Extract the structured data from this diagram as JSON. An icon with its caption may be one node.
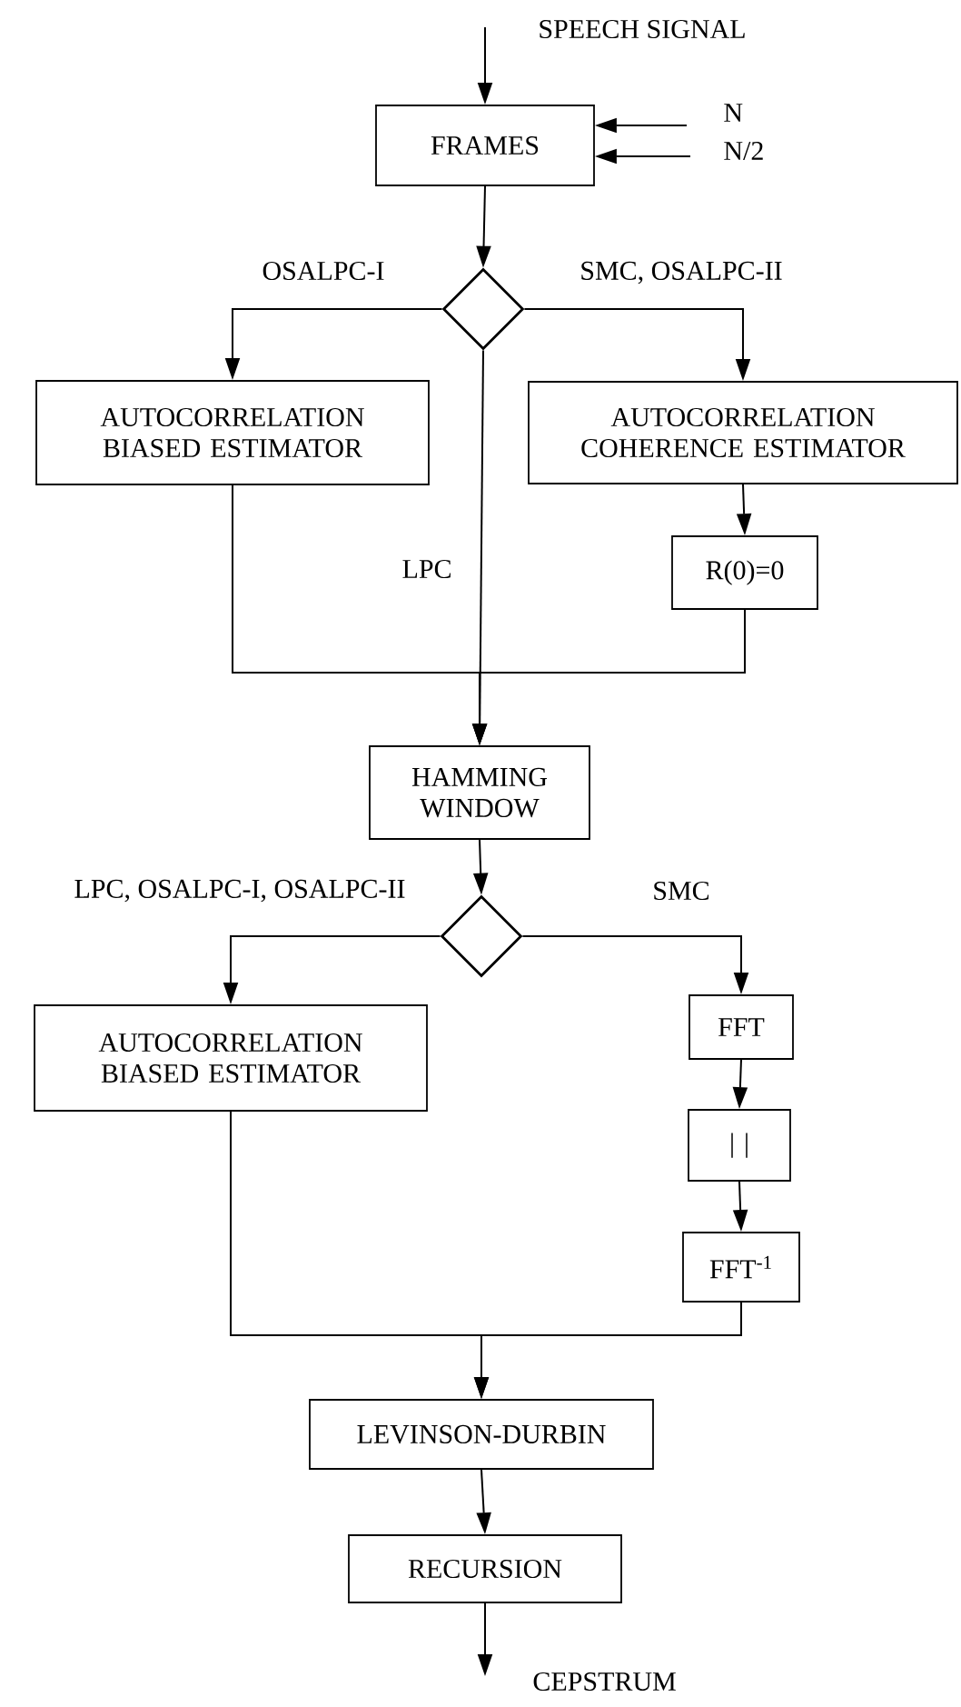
{
  "diagram": {
    "nodes": [
      {
        "text": [
          "FRAMES"
        ]
      },
      {
        "text": [],
        "shape": "diamond"
      },
      {
        "text": [
          "AUTOCORRELATION BIASED ESTIMATOR"
        ]
      },
      {
        "text": [
          "AUTOCORRELATION COHERENCE ESTIMATOR"
        ]
      },
      {
        "text": [
          "R(0)=0"
        ]
      },
      {
        "text": [
          "HAMMING WINDOW"
        ]
      },
      {
        "text": [],
        "shape": "diamond"
      },
      {
        "text": [
          "AUTOCORRELATION BIASED ESTIMATOR"
        ]
      },
      {
        "text": [
          "FFT"
        ]
      },
      {
        "text": [
          "| |"
        ]
      },
      {
        "text": [
          "FFT$^{-1}$"
        ]
      },
      {
        "text": [
          "LEVINSON-DURBIN"
        ]
      },
      {
        "text": [
          "RECURSION"
        ]
      }
    ],
    "edges": [
      {
        "from": null,
        "to": 0,
        "arrow": "to",
        "label": "SPEECH SIGNAL"
      },
      {
        "from": null,
        "to": 0,
        "arrow": "to",
        "label": "N"
      },
      {
        "from": null,
        "to": 0,
        "arrow": "to",
        "label": "N/2"
      },
      {
        "from": 0,
        "to": 1,
        "arrow": "to"
      },
      {
        "from": 1,
        "to": 2,
        "arrow": "to",
        "label": "OSALPC-I"
      },
      {
        "from": 1,
        "to": 3,
        "arrow": "to",
        "label": "SMC, OSALPC-II"
      },
      {
        "from": 1,
        "to": 5,
        "arrow": "to",
        "label": "LPC"
      },
      {
        "from": 3,
        "to": 4,
        "arrow": "to"
      },
      {
        "from": 2,
        "to": 5,
        "arrow": "to"
      },
      {
        "from": 4,
        "to": 5,
        "arrow": "to"
      },
      {
        "from": 5,
        "to": 6,
        "arrow": "to"
      },
      {
        "from": 6,
        "to": 7,
        "arrow": "to",
        "label": "LPC, OSALPC-I, OSALPC-II"
      },
      {
        "from": 6,
        "to": 8,
        "arrow": "to",
        "label": "SMC"
      },
      {
        "from": 8,
        "to": 9,
        "arrow": "to"
      },
      {
        "from": 9,
        "to": 10,
        "arrow": "to"
      },
      {
        "from": 7,
        "to": 11,
        "arrow": "to"
      },
      {
        "from": 10,
        "to": 11,
        "arrow": "to"
      },
      {
        "from": 11,
        "to": 12,
        "arrow": "to"
      },
      {
        "from": 12,
        "to": null,
        "arrow": "to",
        "label": "CEPSTRUM"
      }
    ]
  }
}
